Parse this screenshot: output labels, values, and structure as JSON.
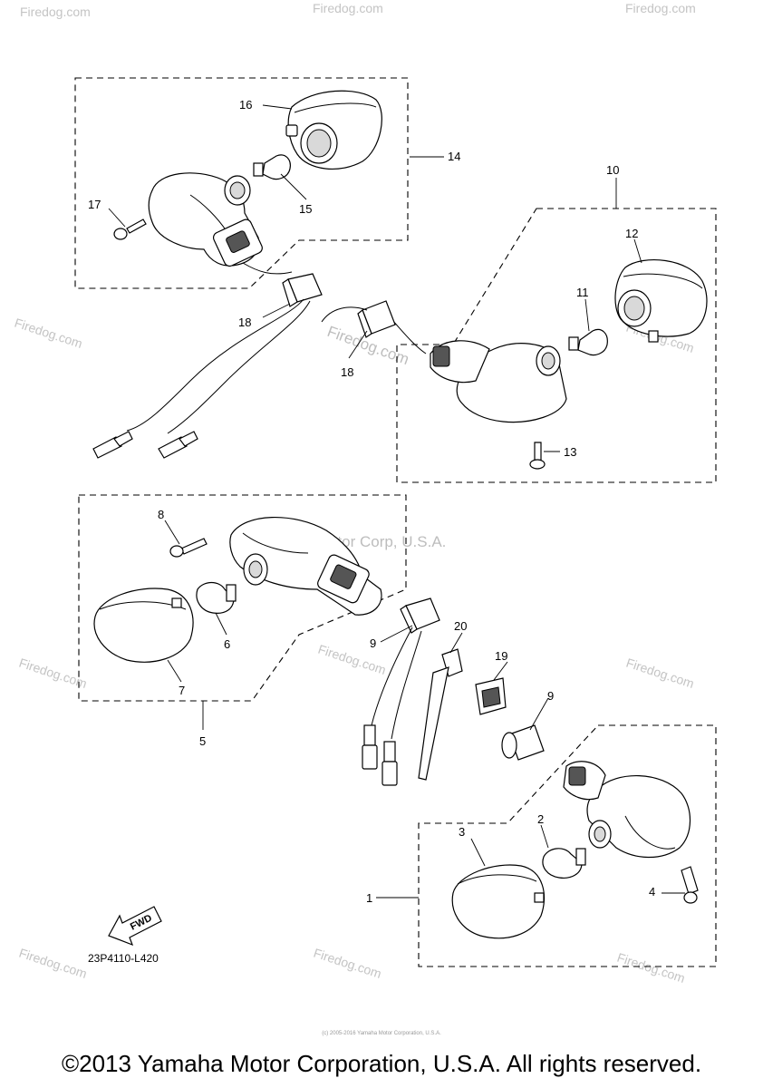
{
  "watermark": {
    "site": "Firedog.com",
    "company": "Yamaha Motor Corp, U.S.A.",
    "copyright_symbol": "©"
  },
  "callouts": {
    "c1": "1",
    "c2": "2",
    "c3": "3",
    "c4": "4",
    "c5": "5",
    "c6": "6",
    "c7": "7",
    "c8": "8",
    "c9a": "9",
    "c9b": "9",
    "c10": "10",
    "c11": "11",
    "c12": "12",
    "c13": "13",
    "c14": "14",
    "c15": "15",
    "c16": "16",
    "c17": "17",
    "c18a": "18",
    "c18b": "18",
    "c19": "19",
    "c20": "20"
  },
  "fwd_label": "FWD",
  "diagram_code": "23P4110-L420",
  "tiny_copyright": "(c) 2005-2016 Yamaha Motor Corporation, U.S.A.",
  "footer": "©2013 Yamaha Motor Corporation, U.S.A. All rights reserved."
}
